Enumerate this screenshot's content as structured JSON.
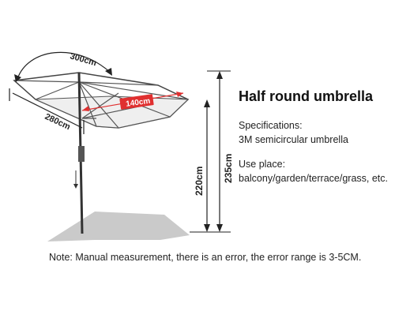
{
  "title": "Half round umbrella",
  "specifications": {
    "heading": "Specifications:",
    "value": "3M semicircular umbrella"
  },
  "use_place": {
    "heading": "Use place:",
    "value": "balcony/garden/terrace/grass, etc."
  },
  "note": "Note: Manual measurement, there is an error, the error range is 3-5CM.",
  "dimensions": {
    "arc_width": "300cm",
    "width": "280cm",
    "depth": "140cm",
    "pole_height": "220cm",
    "total_height": "235cm"
  },
  "colors": {
    "depth_label_bg": "#e03030",
    "shadow": "#b8b8b8"
  }
}
